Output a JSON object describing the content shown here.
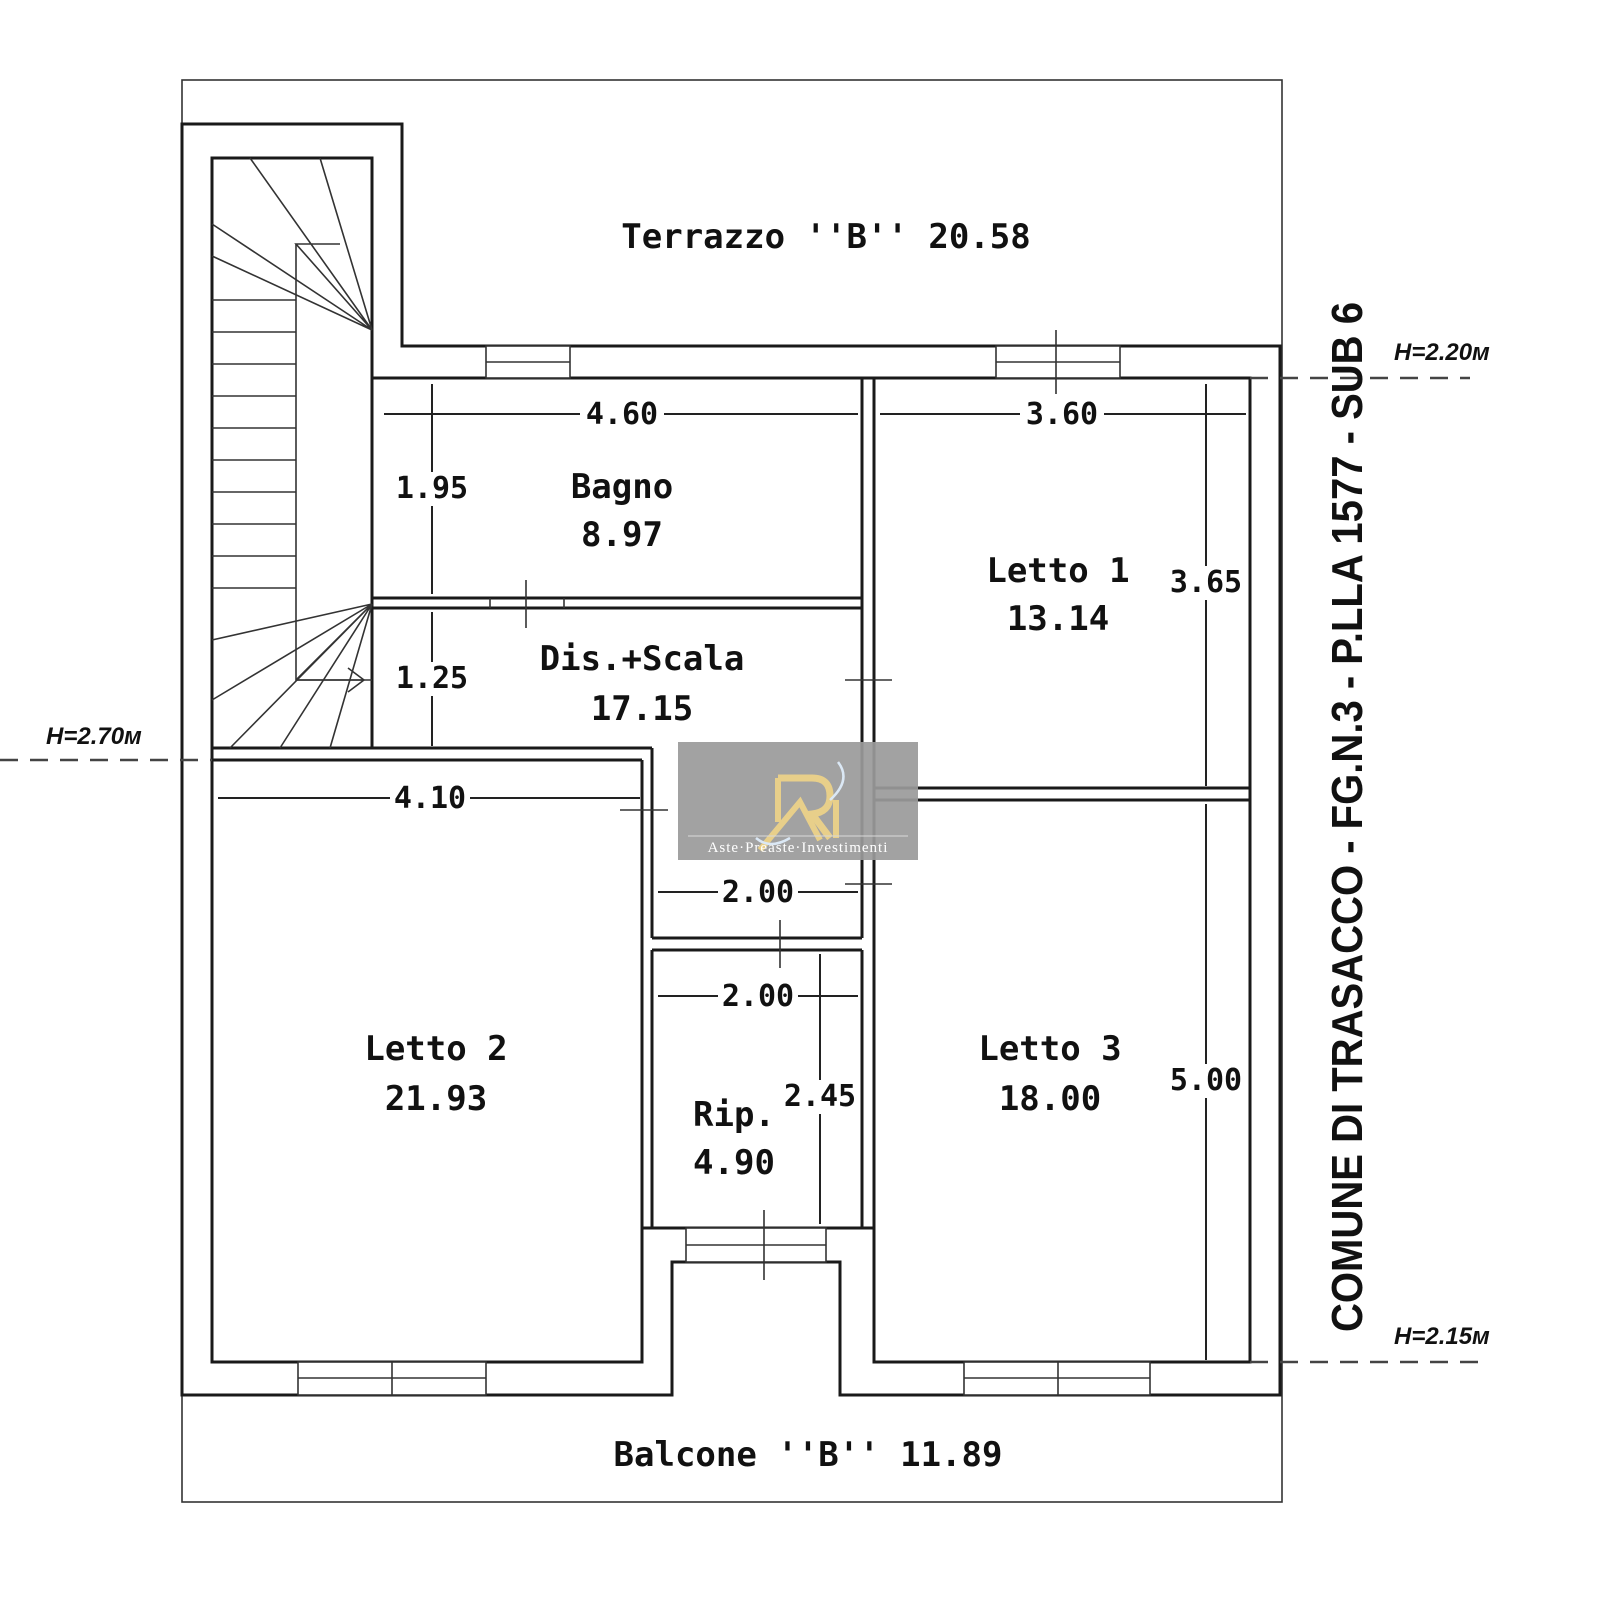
{
  "rooms": {
    "terrazzo": "Terrazzo ''B'' 20.58",
    "bagno_name": "Bagno",
    "bagno_area": "8.97",
    "letto1_name": "Letto 1",
    "letto1_area": "13.14",
    "dis_name": "Dis.+Scala",
    "dis_area": "17.15",
    "letto2_name": "Letto 2",
    "letto2_area": "21.93",
    "rip_name": "Rip.",
    "rip_area": "4.90",
    "letto3_name": "Letto 3",
    "letto3_area": "18.00",
    "balcone": "Balcone ''B'' 11.89"
  },
  "dimensions": {
    "bagno_w": "4.60",
    "letto1_w": "3.60",
    "bagno_h": "1.95",
    "dis_h": "1.25",
    "letto1_h": "3.65",
    "letto2_w": "4.10",
    "dis_w": "2.00",
    "rip_w": "2.00",
    "rip_h": "2.45",
    "letto3_h": "5.00"
  },
  "heights": {
    "top_right": "H=2.20м",
    "left": "H=2.70м",
    "bottom_right": "H=2.15м"
  },
  "side_label": "COMUNE DI TRASACCO - FG.N.3 - P.LLA 1577 - SUB 6",
  "watermark": {
    "text": "Aste·Preaste·Investimenti",
    "bg": "#9a9a9a",
    "gold": "#e8cf8a"
  }
}
